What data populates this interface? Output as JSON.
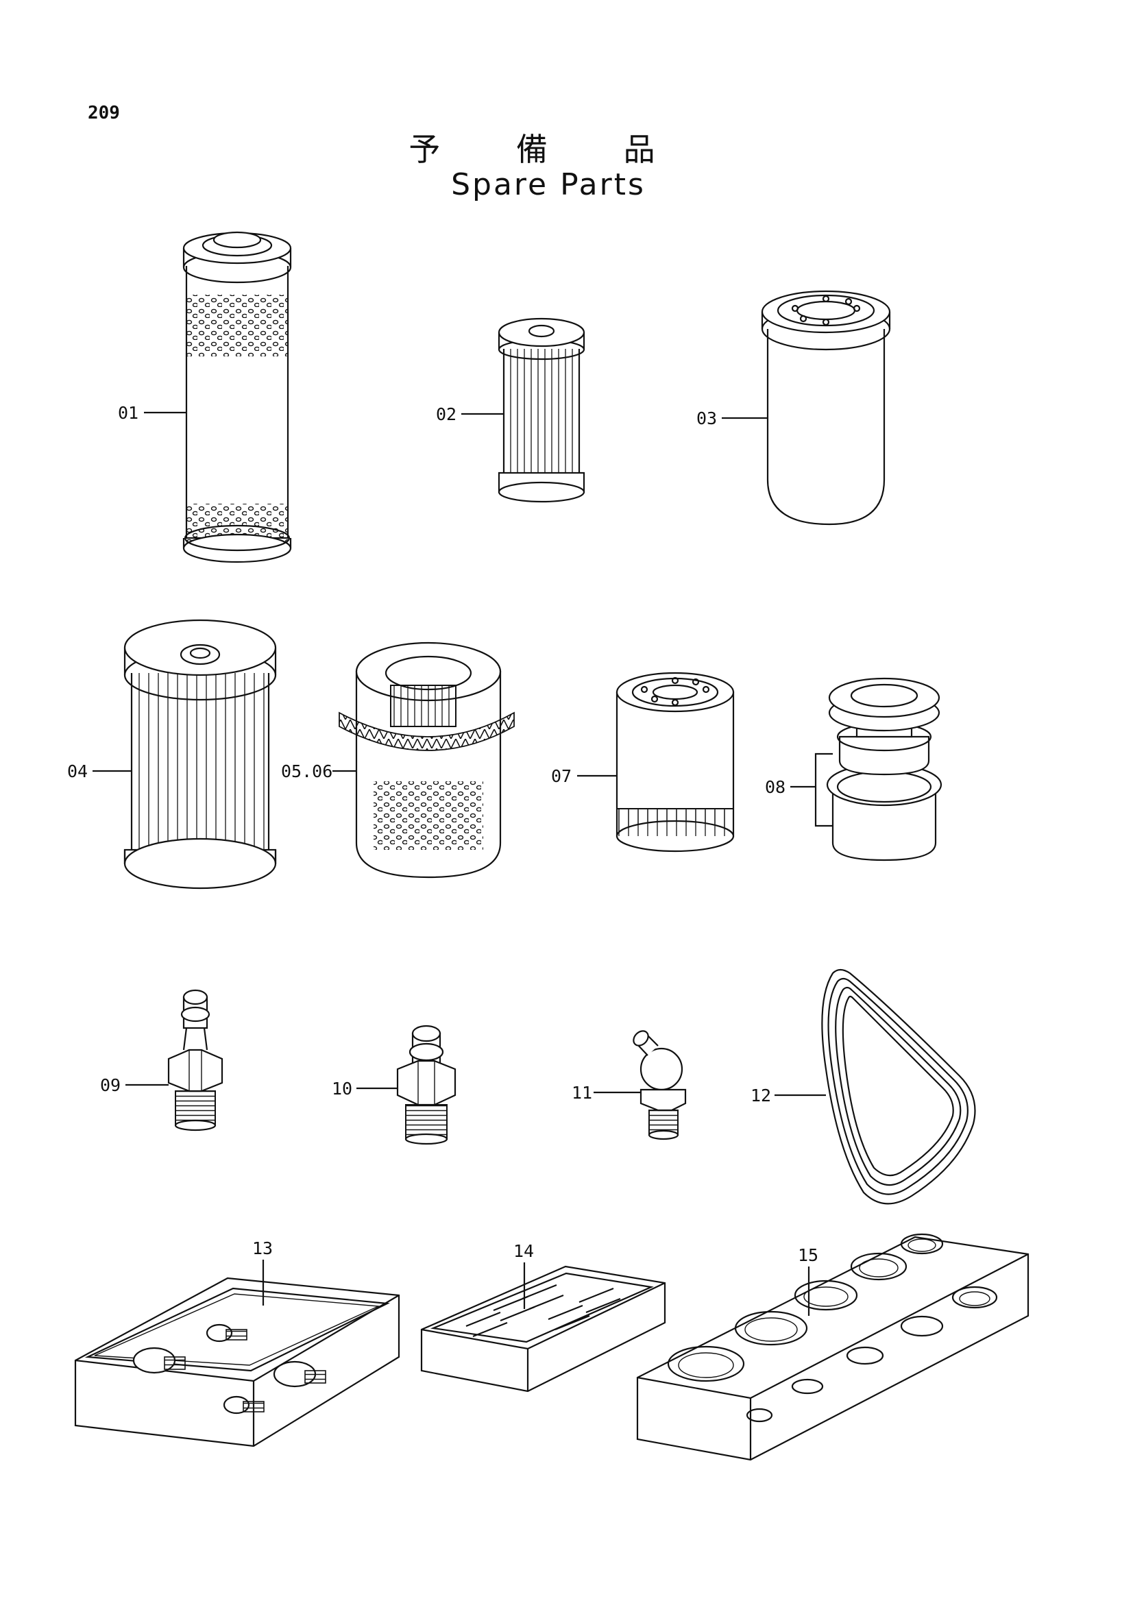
{
  "page_number": "209",
  "title_jp": "予 備 品",
  "title_en": "Spare Parts",
  "callouts": [
    "01",
    "02",
    "03",
    "04",
    "05.06",
    "07",
    "08",
    "09",
    "10",
    "11",
    "12",
    "13",
    "14",
    "15"
  ]
}
